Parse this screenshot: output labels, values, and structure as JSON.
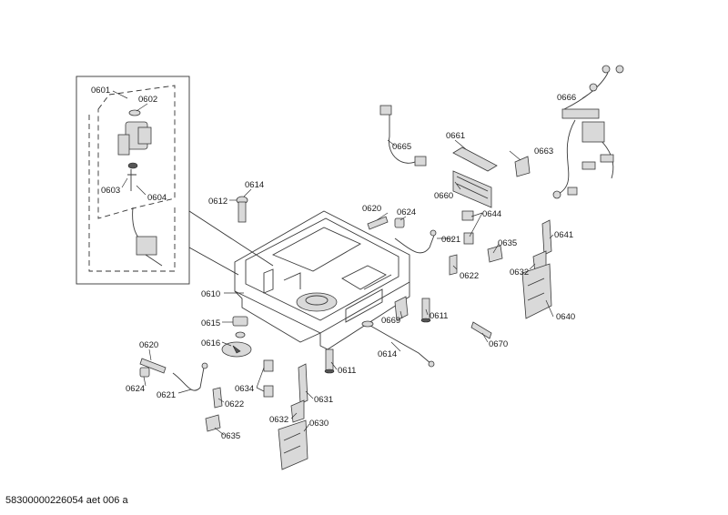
{
  "labels": {
    "p0601": "0601",
    "p0602": "0602",
    "p0603": "0603",
    "p0604": "0604",
    "p0610": "0610",
    "p0611a": "0611",
    "p0611b": "0611",
    "p0612": "0612",
    "p0614a": "0614",
    "p0614b": "0614",
    "p0615": "0615",
    "p0616": "0616",
    "p0620a": "0620",
    "p0620b": "0620",
    "p0621a": "0621",
    "p0621b": "0621",
    "p0622a": "0622",
    "p0622b": "0622",
    "p0624a": "0624",
    "p0624b": "0624",
    "p0630": "0630",
    "p0631": "0631",
    "p0632a": "0632",
    "p0632b": "0632",
    "p0634": "0634",
    "p0635a": "0635",
    "p0635b": "0635",
    "p0640": "0640",
    "p0641": "0641",
    "p0644": "0644",
    "p0660": "0660",
    "p0661": "0661",
    "p0663": "0663",
    "p0665": "0665",
    "p0666": "0666",
    "p0669": "0669",
    "p0670": "0670"
  },
  "footer": "58300000226054 aet 006 a"
}
